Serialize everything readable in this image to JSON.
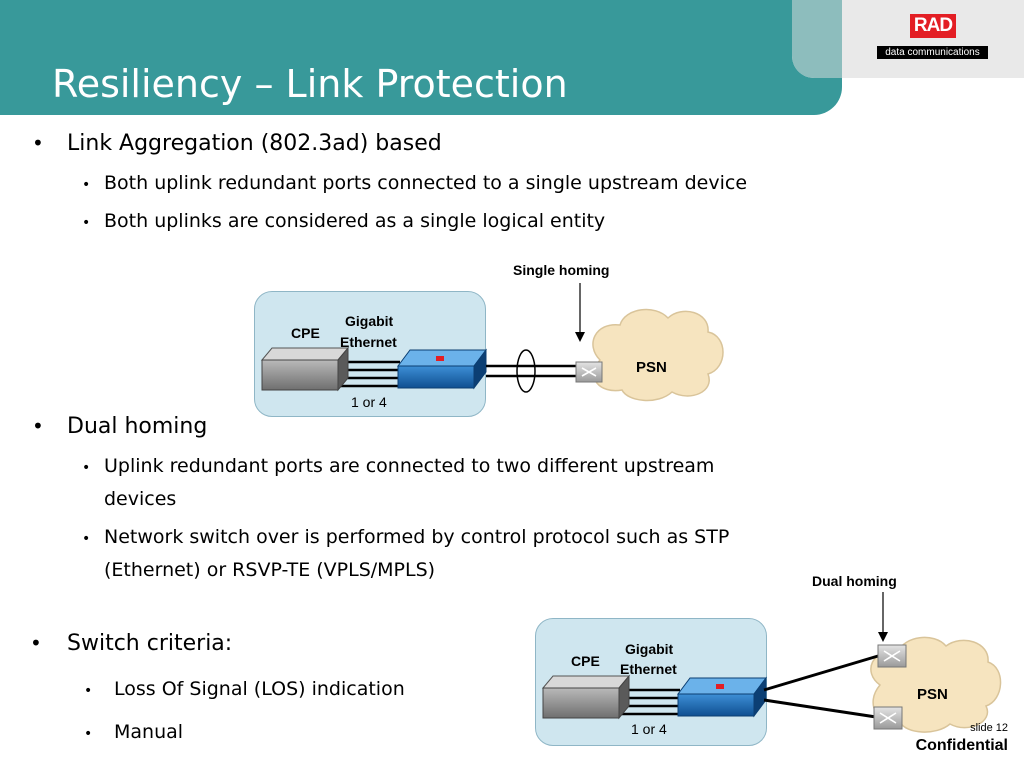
{
  "slide": {
    "title": "Resiliency – Link Protection",
    "logo": {
      "brand": "RAD",
      "tagline": "data communications"
    },
    "colors": {
      "header": "#38999a",
      "logo_red": "#e31e24",
      "cpe_box": "#cfe6ef",
      "cloud": "#f6e4bf"
    }
  },
  "section1": {
    "heading": "Link Aggregation (802.3ad) based",
    "items": [
      "Both uplink redundant ports connected to a single upstream device",
      "Both uplinks are considered as a single logical entity"
    ]
  },
  "diagram1": {
    "callout": "Single homing",
    "cpe_label": "CPE",
    "link_label_line1": "Gigabit",
    "link_label_line2": "Ethernet",
    "count_label": "1 or 4",
    "cloud_label": "PSN"
  },
  "section2": {
    "heading": "Dual homing",
    "items": [
      {
        "line1": "Uplink redundant ports are connected to two different upstream",
        "line2": "devices"
      },
      {
        "line1": "Network switch over is performed by control protocol such as STP",
        "line2": "(Ethernet) or RSVP-TE (VPLS/MPLS)"
      }
    ]
  },
  "section3": {
    "heading": "Switch criteria:",
    "items": [
      "Loss Of Signal (LOS) indication",
      "Manual"
    ]
  },
  "diagram2": {
    "callout": "Dual homing",
    "cpe_label": "CPE",
    "link_label_line1": "Gigabit",
    "link_label_line2": "Ethernet",
    "count_label": "1 or 4",
    "cloud_label": "PSN"
  },
  "footer": {
    "slide_number": "slide 12",
    "confidential": "Confidential"
  }
}
